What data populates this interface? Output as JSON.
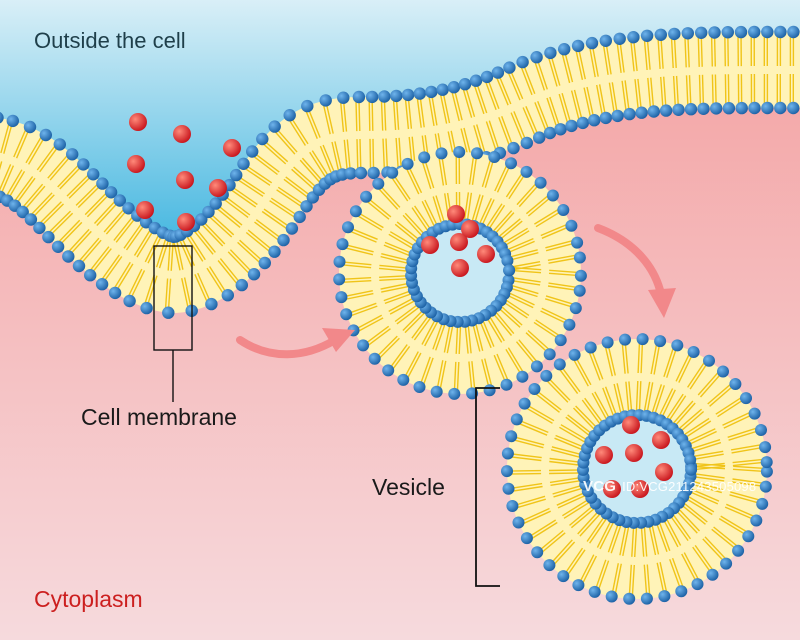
{
  "labels": {
    "outside": "Outside the cell",
    "membrane": "Cell membrane",
    "vesicle": "Vesicle",
    "cytoplasm": "Cytoplasm"
  },
  "watermark": {
    "logo": "VCG",
    "text": "ID:VCG211243505098"
  },
  "colors": {
    "outside_top": "#d8eef6",
    "outside_bottom": "#3fb6e0",
    "cytoplasm_top": "#f6a3a3",
    "cytoplasm_bottom": "#f6d6da",
    "lipid_head": "#1f6fb8",
    "lipid_tail": "#f0c419",
    "bilayer_core": "#fff3b8",
    "vesicle_lumen": "#c8e9f5",
    "cargo": "#e22a2a",
    "arrow": "#f08080",
    "text": "#1a1a1a",
    "cytoplasm_label": "#cc1f1f"
  },
  "icons": {
    "arrow_1": "curved-arrow-icon",
    "arrow_2": "curved-arrow-icon",
    "bracket": "bracket-icon"
  }
}
